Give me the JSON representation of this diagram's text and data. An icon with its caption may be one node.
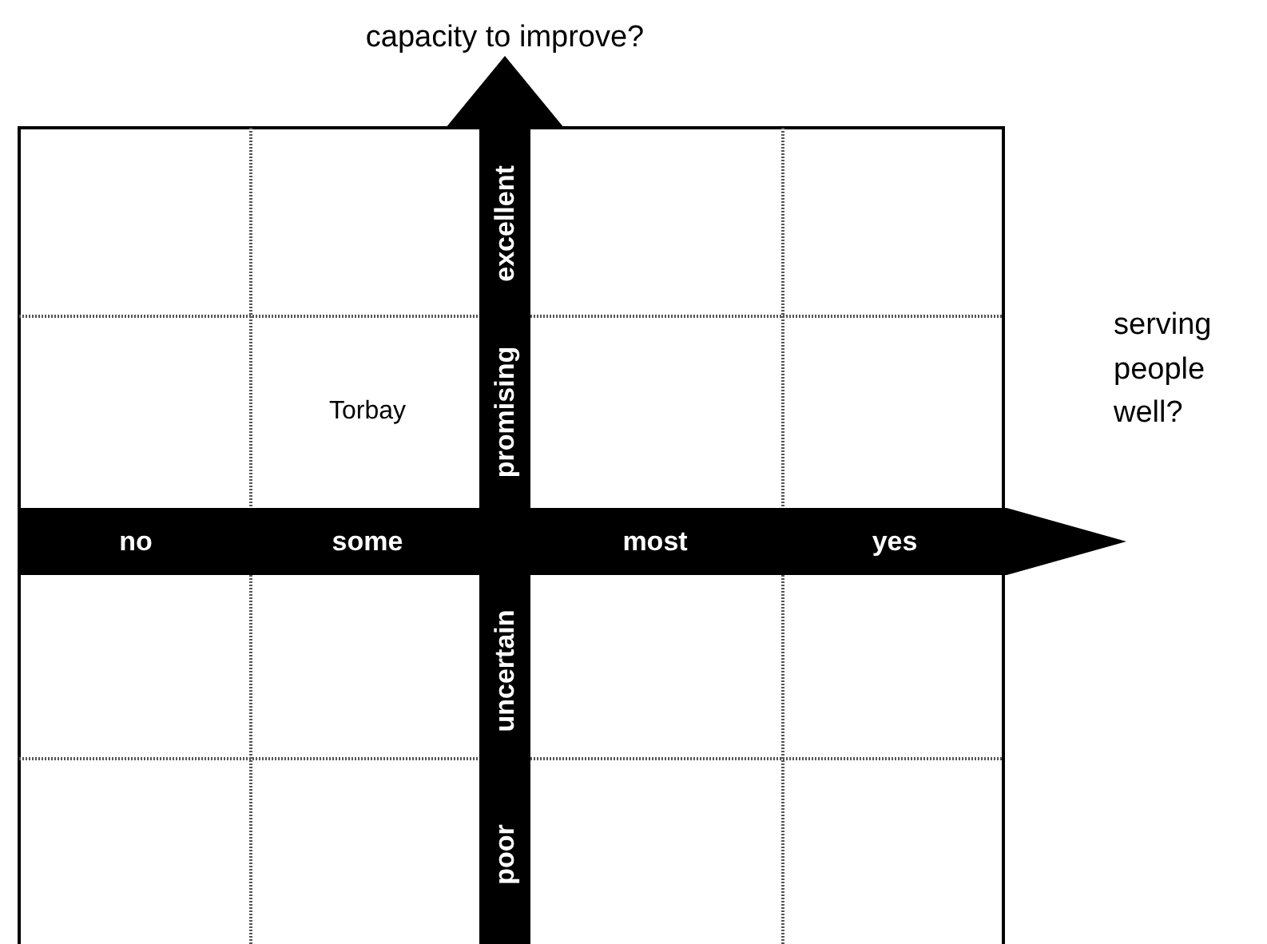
{
  "diagram": {
    "labels": [
      "capacity to improve?",
      "excellent",
      "promising",
      "Torbay",
      "serving people well?",
      "no",
      "some",
      "most",
      "yes",
      "uncertain",
      "poor"
    ]
  }
}
